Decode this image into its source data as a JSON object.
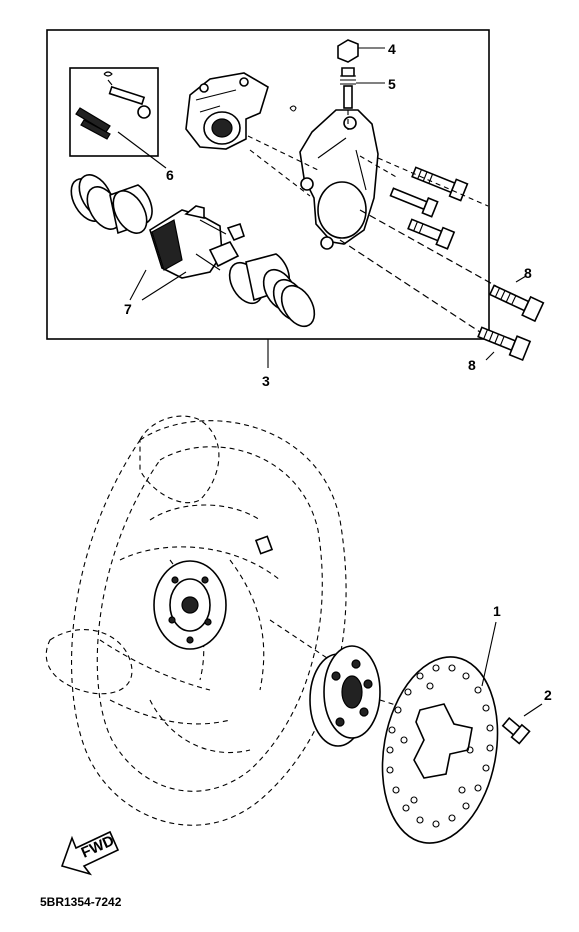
{
  "callouts": {
    "c1": "1",
    "c2": "2",
    "c3": "3",
    "c4": "4",
    "c5": "5",
    "c6": "6",
    "c7": "7",
    "c8a": "8",
    "c8b": "8"
  },
  "direction_label": "FWD",
  "diagram_code": "5BR1354-7242",
  "icons": [
    "fwd-arrow-icon"
  ]
}
